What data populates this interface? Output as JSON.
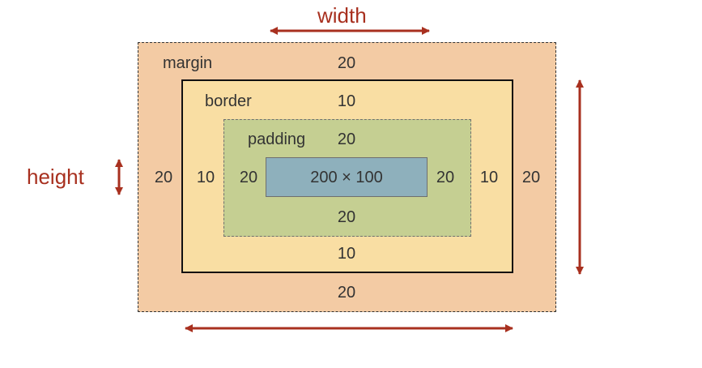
{
  "colors": {
    "margin": "#f3cba4",
    "border": "#f9dea3",
    "padding": "#c5cf92",
    "content": "#8eb0bc",
    "arrow": "#a8301f",
    "text": "#333333"
  },
  "labels": {
    "width": "width",
    "height": "height",
    "margin": "margin",
    "border": "border",
    "padding": "padding",
    "content": "200 × 100"
  },
  "margin_values": {
    "top": "20",
    "right": "20",
    "bottom": "20",
    "left": "20"
  },
  "border_values": {
    "top": "10",
    "right": "10",
    "bottom": "10",
    "left": "10"
  },
  "padding_values": {
    "top": "20",
    "right": "20",
    "bottom": "20",
    "left": "20"
  }
}
